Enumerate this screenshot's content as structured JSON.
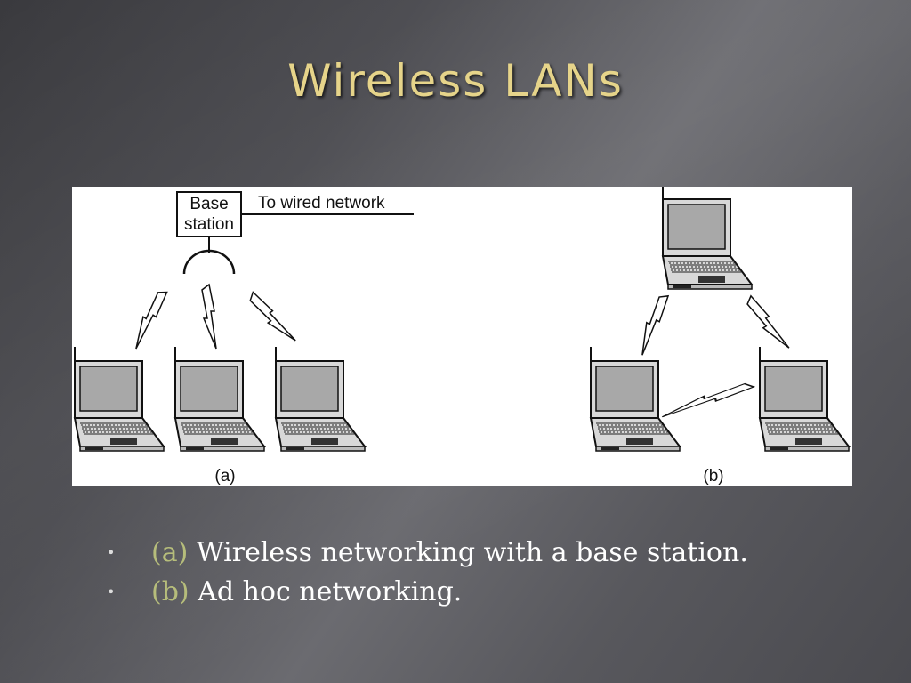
{
  "slide": {
    "title": "Wireless LANs"
  },
  "figure": {
    "base_station_line1": "Base",
    "base_station_line2": "station",
    "wired_label": "To wired network",
    "caption_a": "(a)",
    "caption_b": "(b)"
  },
  "bullets": [
    {
      "tag": "(a)",
      "text": "Wireless networking with a base station."
    },
    {
      "tag": "(b)",
      "text": "Ad hoc networking."
    }
  ],
  "colors": {
    "title": "#e6d48a",
    "tag": "#b6bd7b",
    "text": "#ffffff"
  }
}
